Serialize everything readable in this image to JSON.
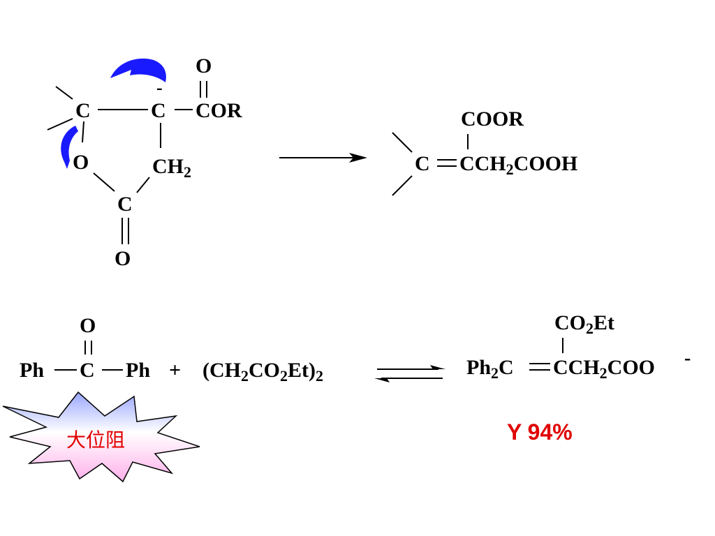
{
  "mechanism": {
    "o_top": "O",
    "c_left": "C",
    "c_mid": "C",
    "charge_minus": "-",
    "cor": "COR",
    "o_ring": "O",
    "ch2_main": "CH",
    "ch2_sub": "2",
    "c_carbonyl": "C",
    "o_bottom": "O"
  },
  "product_top": {
    "coor": "COOR",
    "c": "C",
    "cch_main": "CCH",
    "cch_sub": "2",
    "cooh": "COOH"
  },
  "reaction": {
    "o_top": "O",
    "ph_left": "Ph",
    "c": "C",
    "ph_right": "Ph",
    "plus": "+",
    "reagent_a": "(CH",
    "reagent_sub1": "2",
    "reagent_b": "CO",
    "reagent_sub2": "2",
    "reagent_c": "Et)",
    "reagent_sub3": "2"
  },
  "product_bottom": {
    "co_main": "CO",
    "co_sub": "2",
    "co_et": "Et",
    "ph_main": "Ph",
    "ph_sub": "2",
    "ph_c": "C",
    "cch_main": "CCH",
    "cch_sub": "2",
    "coo": "COO",
    "charge": "-"
  },
  "steric_label": "大位阻",
  "yield_label": "Y  94%",
  "colors": {
    "arrow_curve": "#1a1aff",
    "text_red": "#e00000",
    "burst_fill": "#ffd0f0",
    "burst_stroke": "#000000"
  }
}
